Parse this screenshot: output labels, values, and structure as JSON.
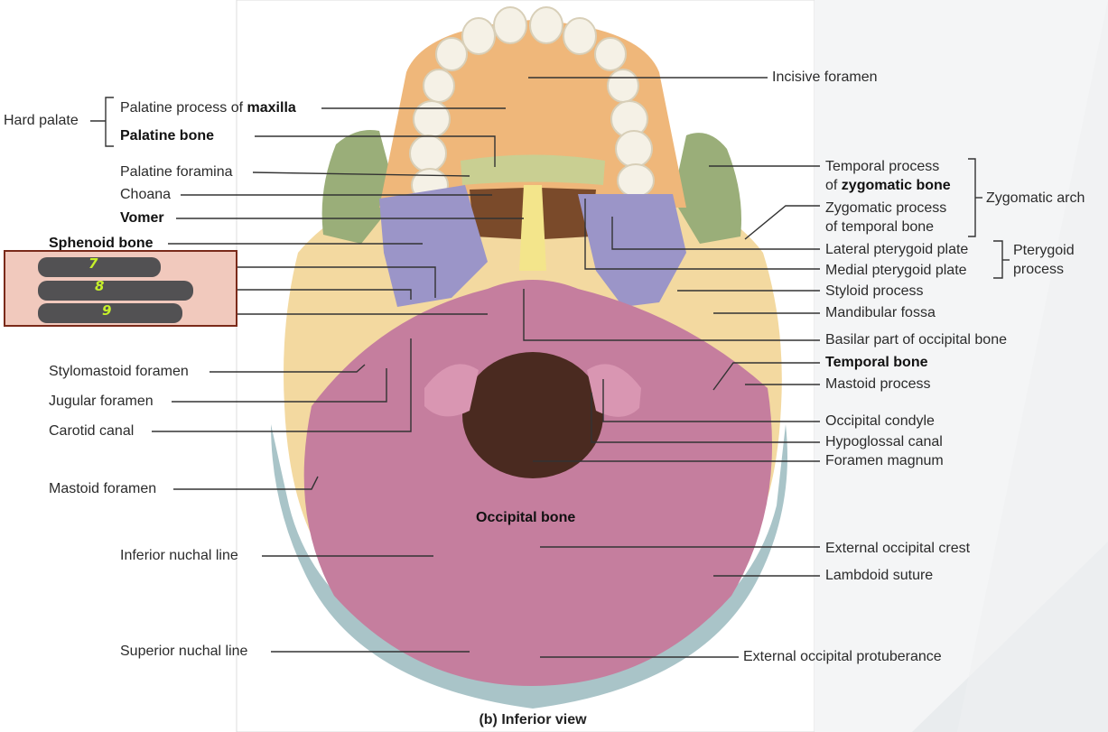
{
  "labels": {
    "hard_palate": "Hard palate",
    "palatine_process_of": "Palatine process of ",
    "maxilla": "maxilla",
    "palatine_bone": "Palatine bone",
    "palatine_foramina": "Palatine foramina",
    "choana": "Choana",
    "vomer": "Vomer",
    "sphenoid_bone": "Sphenoid bone",
    "stylomastoid_foramen": "Stylomastoid foramen",
    "jugular_foramen": "Jugular foramen",
    "carotid_canal": "Carotid canal",
    "mastoid_foramen": "Mastoid foramen",
    "inferior_nuchal_line": "Inferior nuchal line",
    "superior_nuchal_line": "Superior nuchal line",
    "incisive_foramen": "Incisive foramen",
    "temporal_process_line1": "Temporal process",
    "temporal_process_of": "of ",
    "zygomatic_bone": "zygomatic bone",
    "zygomatic_process_line1": "Zygomatic process",
    "zygomatic_process_line2": "of temporal bone",
    "zygomatic_arch": "Zygomatic arch",
    "lateral_pterygoid_plate": "Lateral pterygoid plate",
    "medial_pterygoid_plate": "Medial pterygoid plate",
    "pterygoid_line1": "Pterygoid",
    "pterygoid_line2": "process",
    "styloid_process": "Styloid process",
    "mandibular_fossa": "Mandibular fossa",
    "basilar_part": "Basilar part of occipital bone",
    "temporal_bone": "Temporal bone",
    "mastoid_process": "Mastoid process",
    "occipital_condyle": "Occipital condyle",
    "hypoglossal_canal": "Hypoglossal canal",
    "foramen_magnum": "Foramen magnum",
    "occipital_bone": "Occipital bone",
    "external_occipital_crest": "External occipital crest",
    "lambdoid_suture": "Lambdoid suture",
    "external_occipital_protuberance": "External occipital protuberance"
  },
  "caption": "(b) Inferior view",
  "handwritten": [
    "7",
    "8",
    "9"
  ],
  "colors": {
    "maxilla": "#efb77a",
    "palatine": "#c9cf92",
    "zygomatic": "#9aae79",
    "sphenoid": "#9b95c8",
    "vomer": "#f3e58b",
    "temporal": "#f3d9a0",
    "occipital": "#c57e9e",
    "parietal": "#a9c4c8",
    "teeth": "#f5f1e6",
    "redaction_box": "#f1c9bd"
  }
}
